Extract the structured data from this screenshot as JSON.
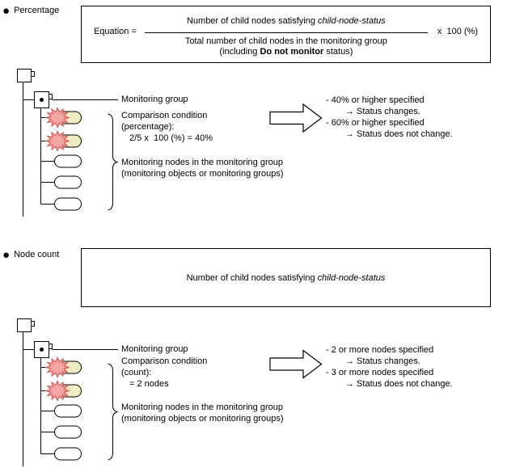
{
  "colors": {
    "background": "#ffffff",
    "line": "#000000",
    "starburst_fill": "#f5a6a6",
    "starburst_stroke": "#dd5a5a",
    "pill_highlight_fill": "#eeeec2",
    "pill_fill": "#ffffff"
  },
  "percentage_section": {
    "heading": "Percentage",
    "equation": {
      "label": "Equation =",
      "numerator_text": "Number of child nodes satisfying ",
      "numerator_italic": "child-node-status",
      "denominator_line1": "Total number of child nodes in the monitoring group",
      "denominator_line2_prefix": "(including ",
      "denominator_line2_bold": "Do not monitor",
      "denominator_line2_suffix": " status)",
      "multiplier": "x  100 (%)"
    },
    "diagram": {
      "group_label": "Monitoring group",
      "condition_lines": [
        "Comparison condition",
        "(percentage):",
        "2/5 x  100 (%) = 40%"
      ],
      "nodes_label_line1": "Monitoring nodes in the monitoring group",
      "nodes_label_line2": "(monitoring objects or monitoring groups)"
    },
    "outcomes": [
      {
        "condition": "- 40% or higher specified",
        "result": "→ Status changes."
      },
      {
        "condition": "- 60% or higher specified",
        "result": "→ Status does not change."
      }
    ]
  },
  "node_count_section": {
    "heading": "Node count",
    "formula": {
      "text": "Number of child nodes satisfying ",
      "italic": "child-node-status"
    },
    "diagram": {
      "group_label": "Monitoring group",
      "condition_lines": [
        "Comparison condition",
        "(count):",
        "= 2 nodes"
      ],
      "nodes_label_line1": "Monitoring nodes in the monitoring group",
      "nodes_label_line2": "(monitoring objects or monitoring groups)"
    },
    "outcomes": [
      {
        "condition": "- 2 or more nodes specified",
        "result": "→ Status changes."
      },
      {
        "condition": "- 3 or more nodes specified",
        "result": "→ Status does not change."
      }
    ]
  }
}
